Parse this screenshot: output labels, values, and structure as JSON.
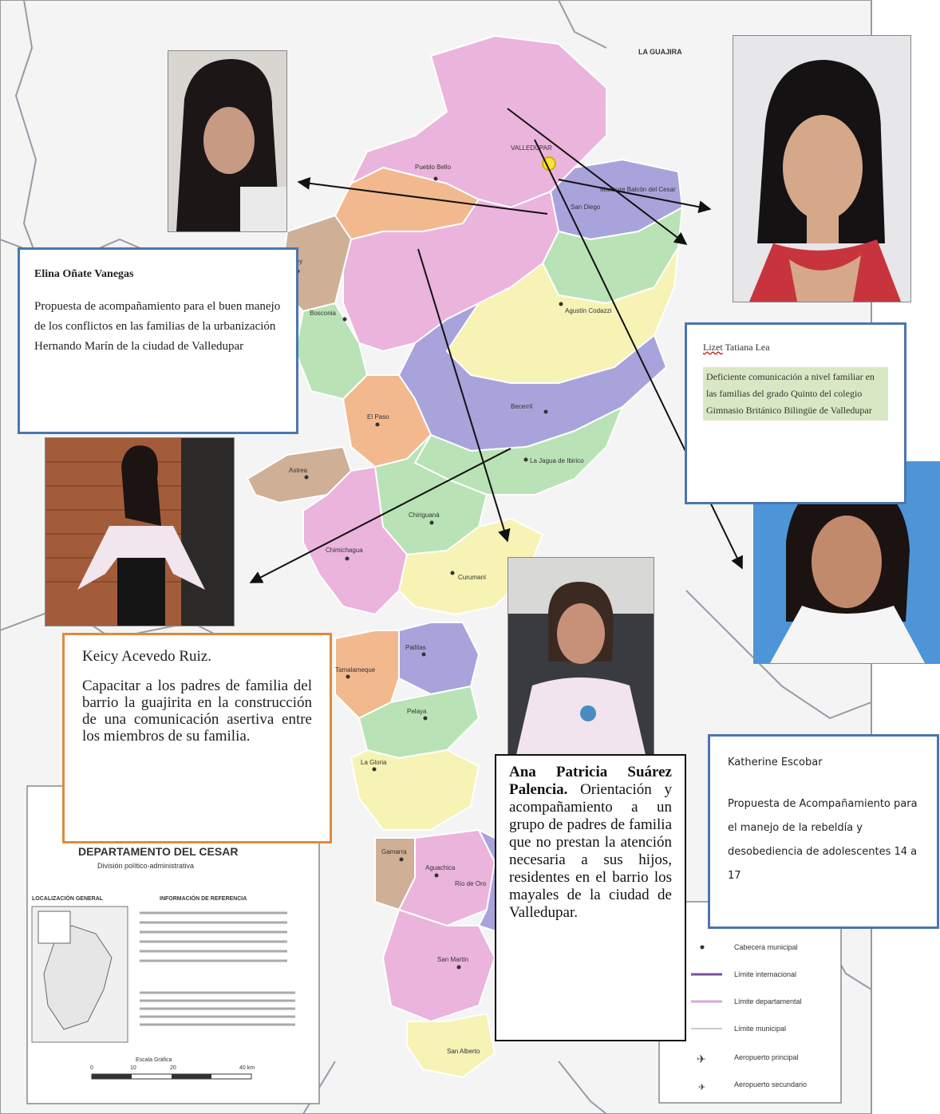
{
  "map": {
    "region_label": "LA GUAJIRA",
    "capital_label": "VALLEDUPAR",
    "municipalities": [
      "Pueblo Bello",
      "Manaure Balcón del Cesar",
      "San Diego",
      "Agustín Codazzi",
      "Becerril",
      "La Jagua de Ibirico",
      "El Paso",
      "Bosconia",
      "Copey",
      "Astrea",
      "Chiriguaná",
      "Chimichagua",
      "Curumaní",
      "Pailitas",
      "Tamalameque",
      "Pelaya",
      "La Gloria",
      "Gamarra",
      "Aguachica",
      "Río de Oro",
      "San Martín",
      "San Alberto"
    ],
    "legend_title": "DEPARTAMENTO DEL CESAR",
    "legend_subtitle": "División político-administrativa",
    "legend_location": "LOCALIZACIÓN GENERAL",
    "legend_reference": "INFORMACIÓN DE REFERENCIA",
    "legend_items": [
      "Cabecera municipal",
      "Límite internacional",
      "Límite departamental",
      "Límite municipal",
      "Aeropuerto principal",
      "Aeropuerto secundario"
    ],
    "scale_label": "Escala Gráfica",
    "scale_ticks": [
      "0",
      "10",
      "20",
      "40 km"
    ]
  },
  "people": {
    "elina": {
      "name": "Elina Oñate Vanegas",
      "desc": "Propuesta de acompañamiento para el buen manejo de los conflictos en las familias de la urbanización Hernando Marín de la ciudad de Valledupar"
    },
    "lizet": {
      "name_underlined": "Lizet",
      "name_rest": " Tatiana Lea",
      "desc": "Deficiente comunicación a nivel familiar en las familias del grado Quinto del colegio Gimnasio Británico Bilingüe de Valledupar"
    },
    "keicy": {
      "name": "Keicy Acevedo Ruiz.",
      "desc": "Capacitar a los padres de familia del barrio la guajirita en la construcción de una comunicación asertiva entre los miembros de su familia."
    },
    "ana": {
      "name": "Ana Patricia Suárez Palencia.",
      "desc": " Orientación y acompañamiento a un grupo de padres de familia que no prestan la atención necesaria a sus hijos, residentes en el barrio los mayales de la ciudad de Valledupar."
    },
    "katherine": {
      "name": "Katherine Escobar",
      "desc": "Propuesta de Acompañamiento para el manejo de la rebeldía y desobediencia de adolescentes 14 a 17"
    }
  },
  "colors": {
    "box_border_blue": "#4a76b0",
    "box_border_orange": "#e08a3c",
    "map_pink": "#ebb4dc",
    "map_purple": "#a9a3dc",
    "map_green": "#b9e3b6",
    "map_yellow": "#f6f3b4",
    "map_orange": "#f2b98e",
    "map_brown": "#cfb097"
  }
}
